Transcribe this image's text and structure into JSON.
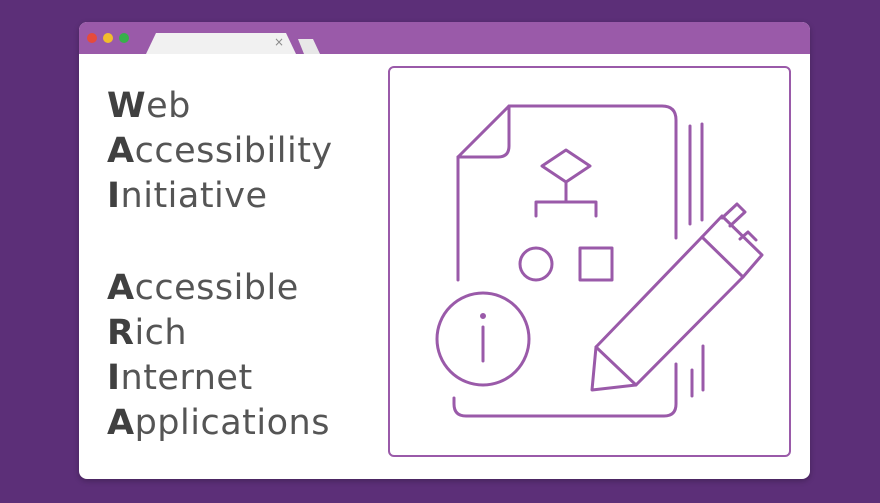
{
  "window": {
    "tab_close_glyph": "×"
  },
  "colors": {
    "background": "#5c2f78",
    "title_bar": "#9a5aa9",
    "window": "#ffffff",
    "text": "#555555",
    "illustration_stroke": "#9a5aa9",
    "dot_red": "#e64b3c",
    "dot_yellow": "#f2bd2c",
    "dot_green": "#37b04a"
  },
  "wai": {
    "lines": [
      {
        "initial": "W",
        "rest": "eb"
      },
      {
        "initial": "A",
        "rest": "ccessibility"
      },
      {
        "initial": "I",
        "rest": "nitiative"
      }
    ]
  },
  "aria": {
    "lines": [
      {
        "initial": "A",
        "rest": "ccessible"
      },
      {
        "initial": "R",
        "rest": "ich"
      },
      {
        "initial": "I",
        "rest": "nternet"
      },
      {
        "initial": "A",
        "rest": "pplications"
      }
    ]
  },
  "illustration": {
    "icons": [
      "document-icon",
      "flowchart-icon",
      "info-icon",
      "pencil-icon"
    ],
    "info_glyph": "i"
  }
}
